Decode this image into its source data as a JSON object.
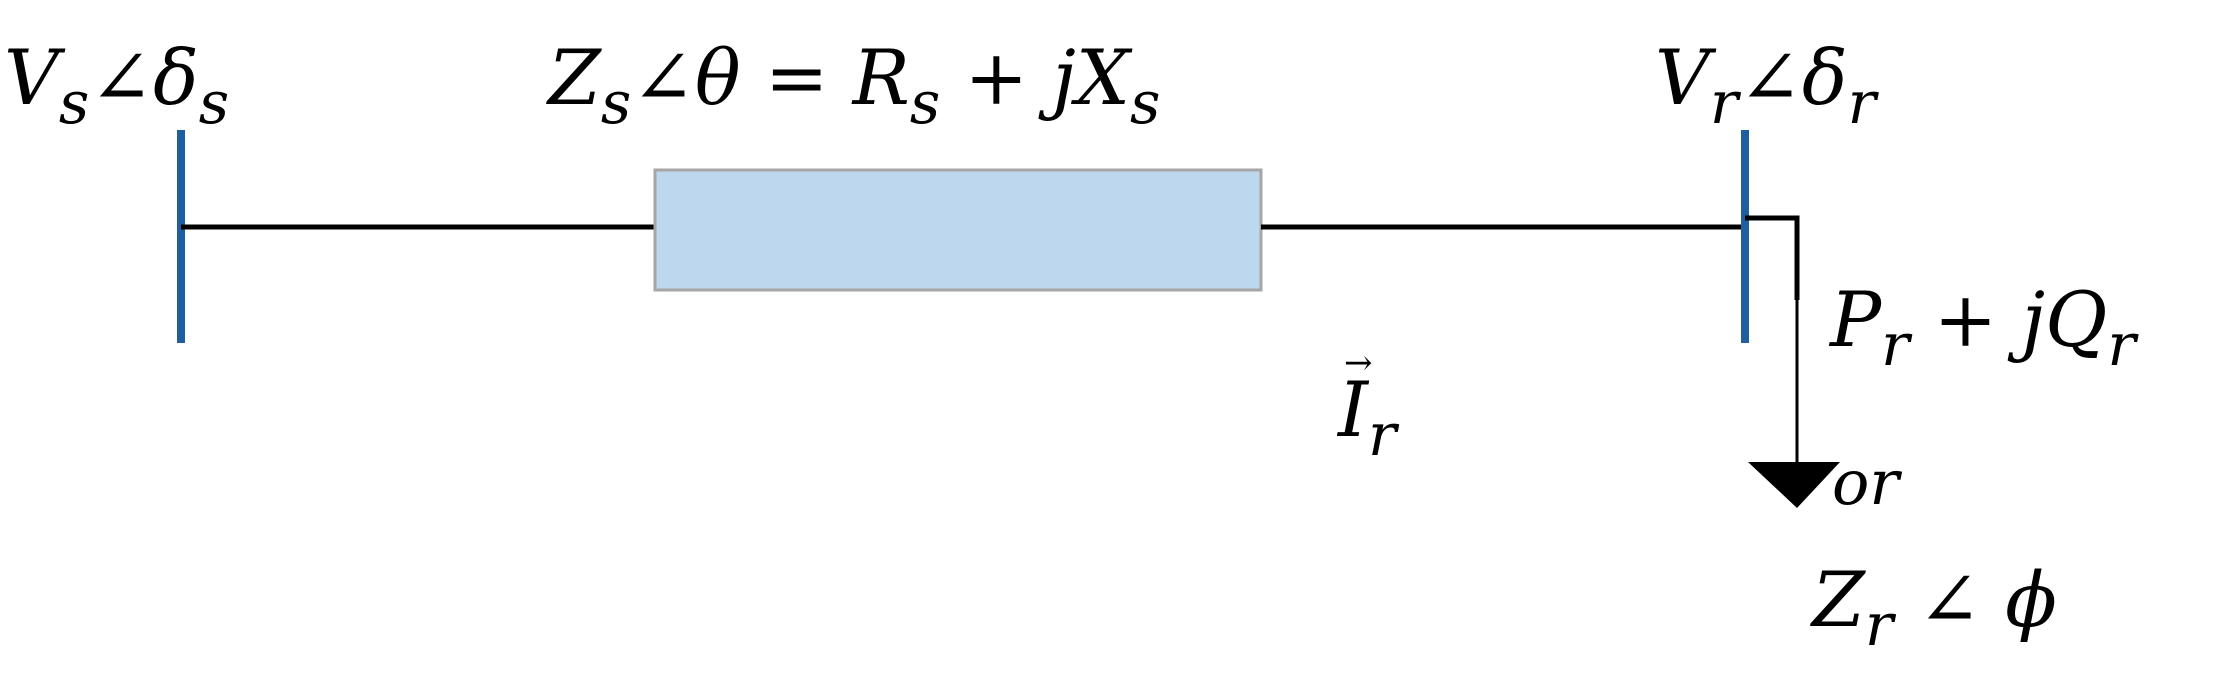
{
  "sending_bus": {
    "symbol_main": "V",
    "symbol_sub": "s",
    "angle_main": "∠δ",
    "angle_sub": "s"
  },
  "line_impedance": {
    "z_main": "Z",
    "z_sub": "s",
    "angle": "∠θ = R",
    "r_sub": "s",
    "plus_jx": " + jX",
    "x_sub": "s"
  },
  "receiving_bus": {
    "symbol_main": "V",
    "symbol_sub": "r",
    "angle_main": "∠δ",
    "angle_sub": "r"
  },
  "current": {
    "arrow": "→",
    "main": "I",
    "sub": "r"
  },
  "load_power": {
    "p_main": "P",
    "p_sub": "r",
    "plus_jq": " + jQ",
    "q_sub": "r"
  },
  "or_text": "or",
  "load_impedance": {
    "z_main": "Z",
    "z_sub": "r",
    "angle": " ∠ ϕ"
  },
  "colors": {
    "bus_bar": "#1f5fa0",
    "impedance_fill": "#bdd7ee",
    "impedance_stroke": "#a6a6a6",
    "wire": "#000000"
  }
}
